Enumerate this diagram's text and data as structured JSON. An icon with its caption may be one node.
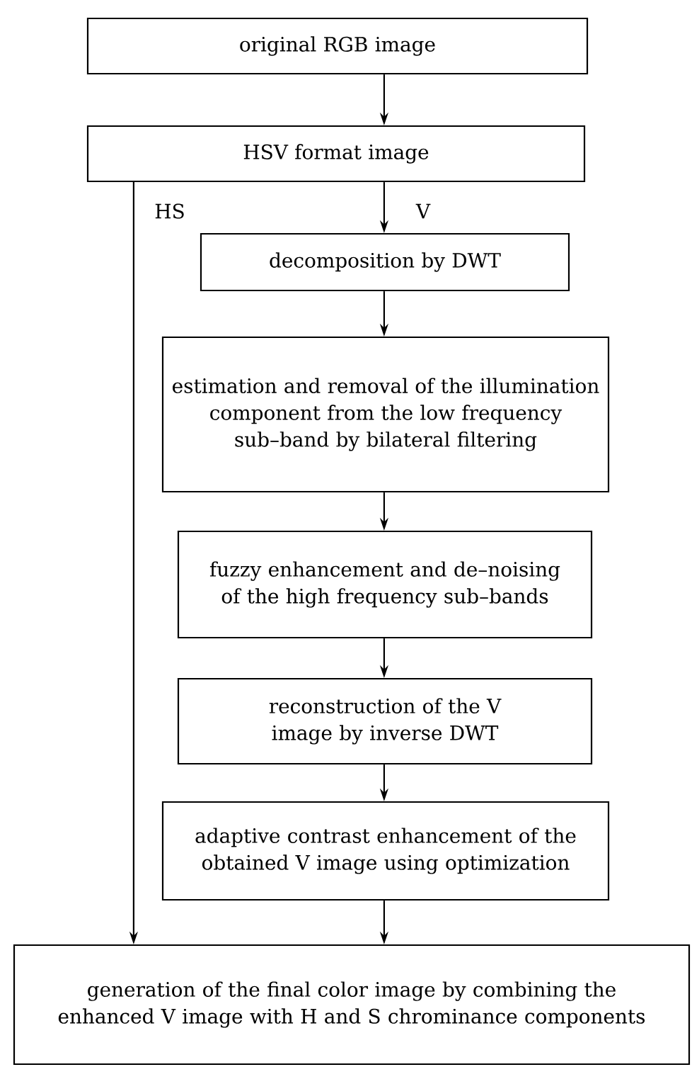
{
  "diagram": {
    "nodes": [
      {
        "text": [
          "original RGB image"
        ]
      },
      {
        "text": [
          "HSV format image"
        ]
      },
      {
        "text": [
          "decomposition by DWT"
        ]
      },
      {
        "text": [
          "estimation and removal of the illumination component from the low frequency sub–band by bilateral filtering"
        ]
      },
      {
        "text": [
          "fuzzy enhancement and de–noising of the high frequency sub–bands"
        ]
      },
      {
        "text": [
          "reconstruction of the V image by inverse DWT"
        ]
      },
      {
        "text": [
          "adaptive contrast enhancement of the obtained V image using optimization"
        ]
      },
      {
        "text": [
          "generation of the final color image by combining the enhanced V image with H and S chrominance components"
        ]
      }
    ],
    "edges": [
      {
        "from": 0,
        "to": 1,
        "arrow": "to"
      },
      {
        "from": 1,
        "to": 2,
        "arrow": "to",
        "label": "V"
      },
      {
        "from": 2,
        "to": 3,
        "arrow": "to"
      },
      {
        "from": 3,
        "to": 4,
        "arrow": "to"
      },
      {
        "from": 4,
        "to": 5,
        "arrow": "to"
      },
      {
        "from": 5,
        "to": 6,
        "arrow": "to"
      },
      {
        "from": 6,
        "to": 7,
        "arrow": "to"
      },
      {
        "from": 1,
        "to": 7,
        "arrow": "to",
        "label": "HS"
      }
    ]
  }
}
